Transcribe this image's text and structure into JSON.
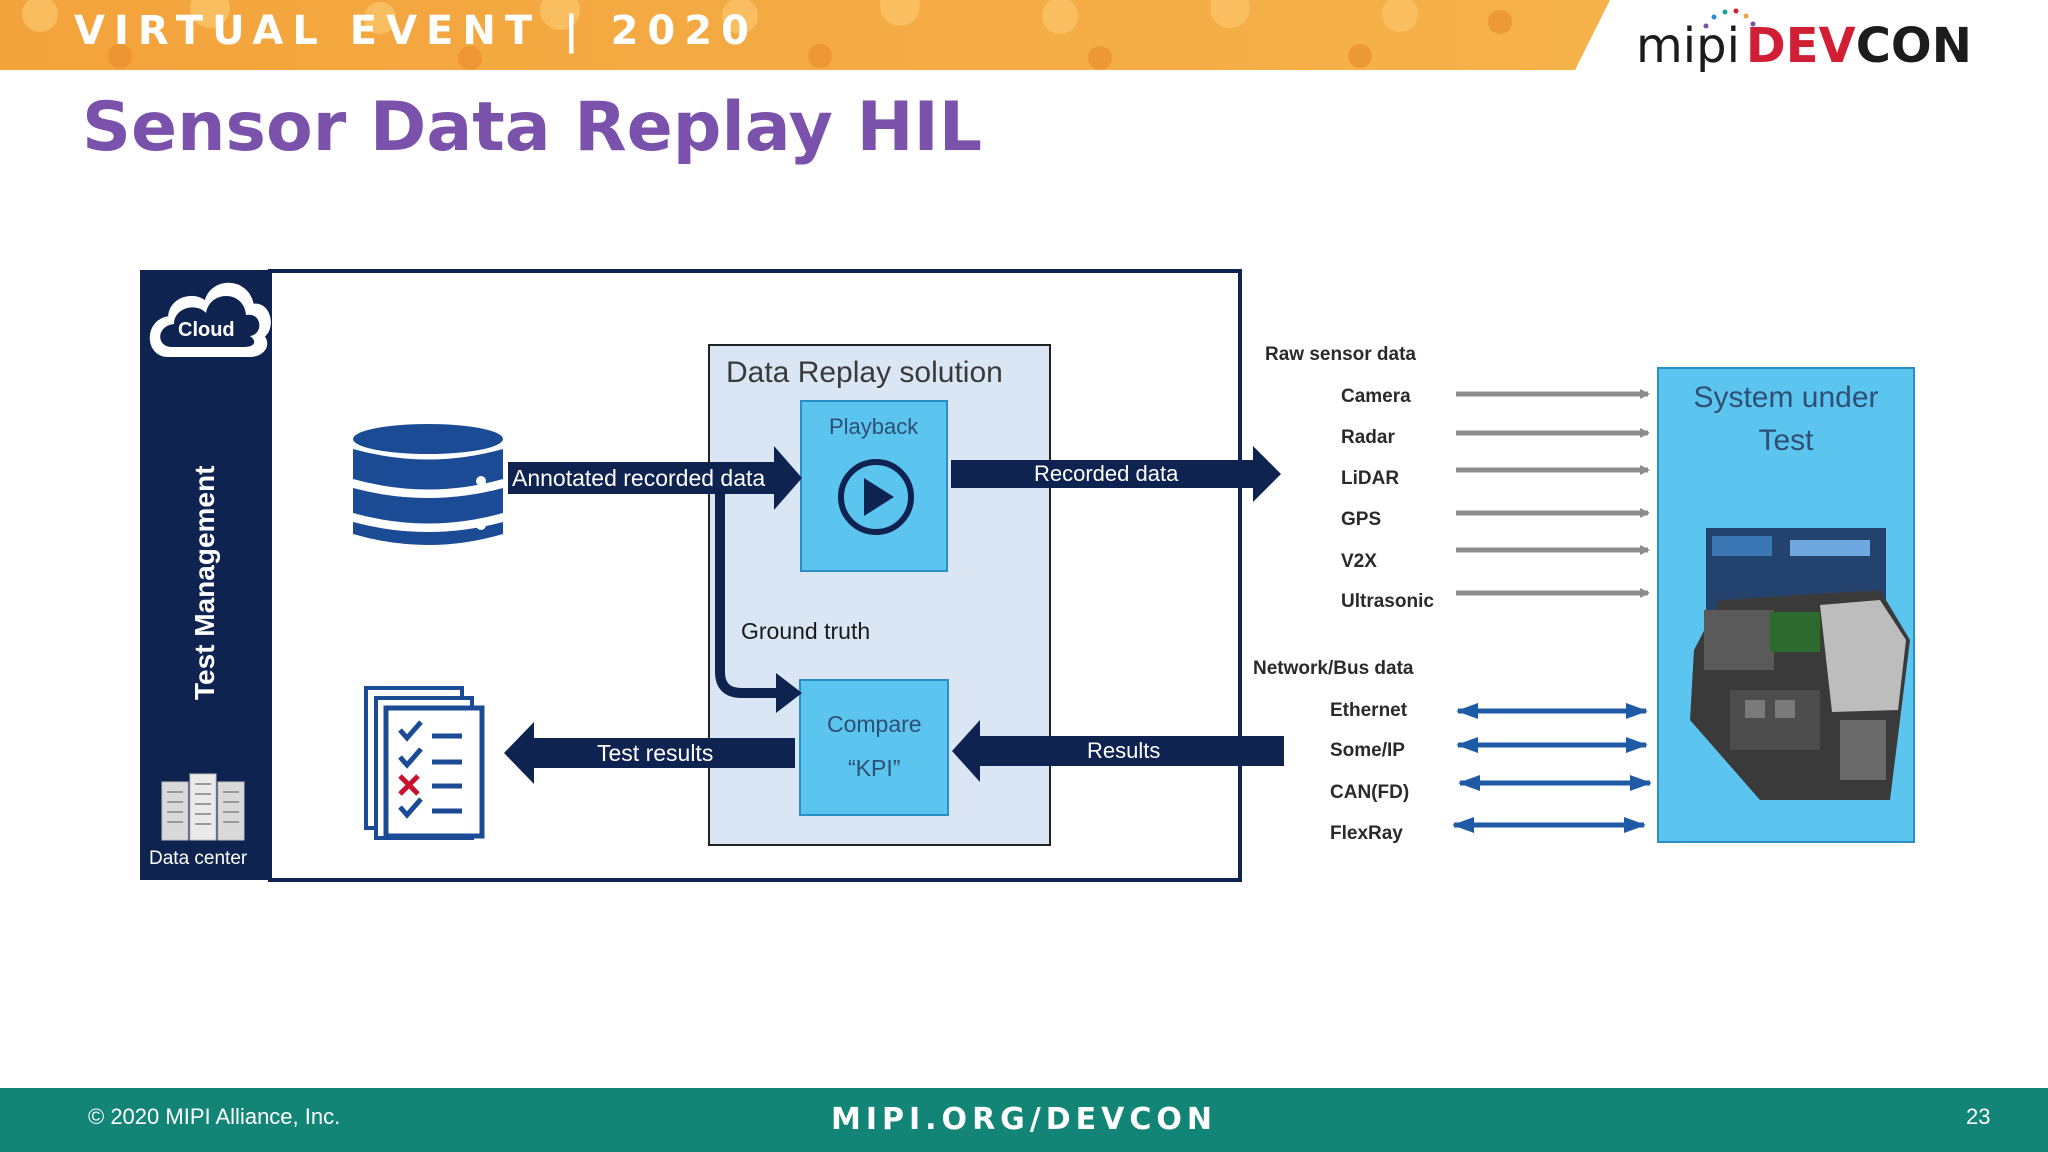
{
  "banner": {
    "title": "VIRTUAL EVENT | 2020"
  },
  "logo": {
    "mipi": "mipi",
    "dev": "DEV",
    "con": "CON"
  },
  "slide": {
    "title": "Sensor Data Replay HIL",
    "page_number": "23"
  },
  "footer": {
    "copyright": "© 2020 MIPI Alliance, Inc.",
    "url": "MIPI.ORG/DEVCON"
  },
  "diagram": {
    "sidebar": {
      "cloud": "Cloud",
      "test_management": "Test Management",
      "data_center": "Data center"
    },
    "replay_box": {
      "title": "Data Replay solution"
    },
    "playback": {
      "label": "Playback"
    },
    "compare": {
      "line1": "Compare",
      "line2": "“KPI”"
    },
    "arrows": {
      "annotated": "Annotated recorded data",
      "recorded": "Recorded data",
      "ground_truth": "Ground truth",
      "test_results": "Test results",
      "results": "Results"
    },
    "raw_sensor": {
      "heading": "Raw sensor data",
      "items": [
        "Camera",
        "Radar",
        "LiDAR",
        "GPS",
        "V2X",
        "Ultrasonic"
      ]
    },
    "network_bus": {
      "heading": "Network/Bus data",
      "items": [
        "Ethernet",
        "Some/IP",
        "CAN(FD)",
        "FlexRay"
      ]
    },
    "sut": {
      "line1": "System under",
      "line2": "Test"
    }
  },
  "colors": {
    "navy": "#0f2350",
    "purple": "#7b52ab",
    "teal_footer": "#138577",
    "light_blue_box": "#dae6f3",
    "cyan_box": "#5bc5ef",
    "banner_orange": "#f2a23f",
    "red_check": "#c8102e",
    "gray_arrow": "#8c8c8c",
    "blue_arrow": "#1f5aa6"
  }
}
